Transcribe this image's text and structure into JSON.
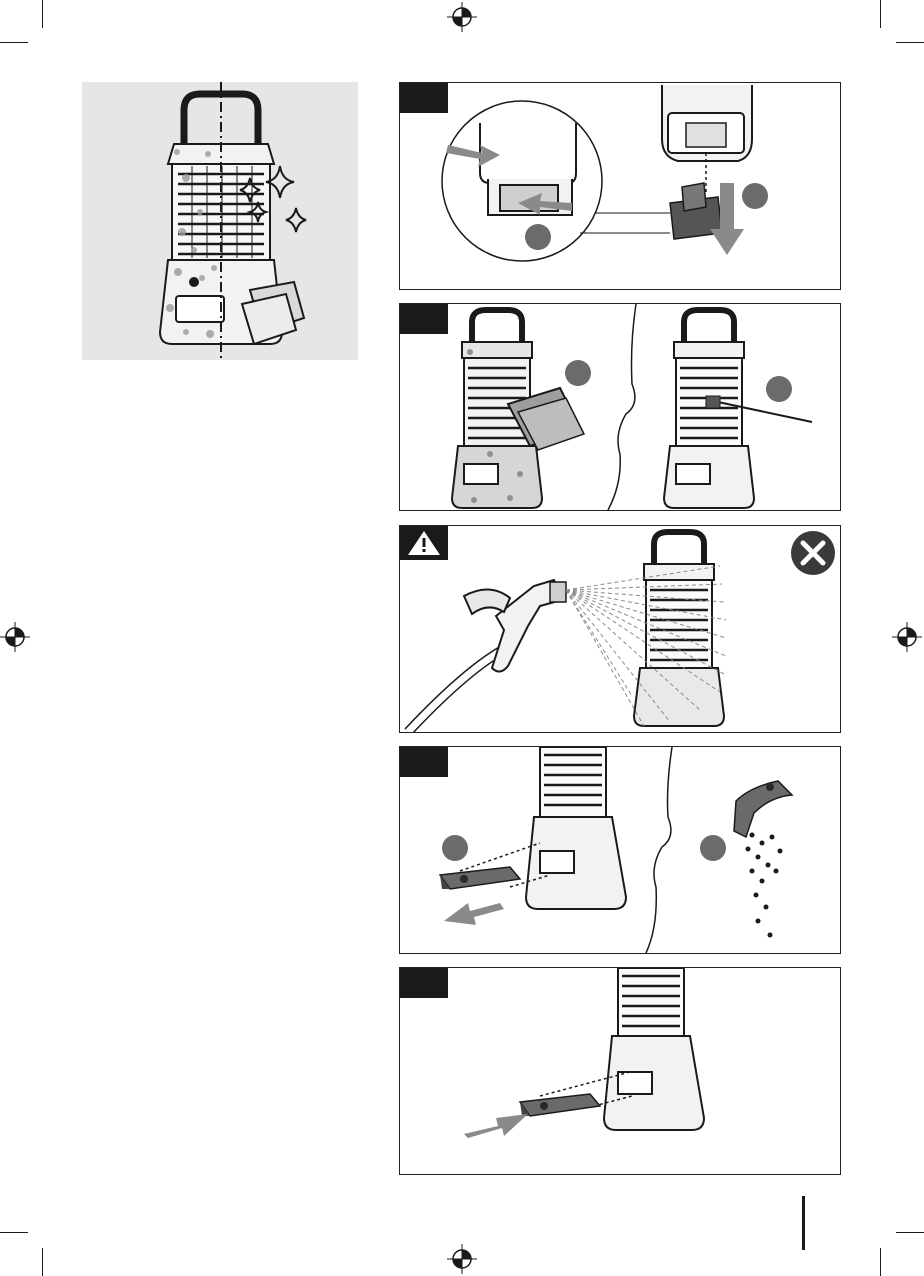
{
  "page": {
    "title": "",
    "colors": {
      "ink": "#1a1a1a",
      "panel_gray": "#e6e6e6",
      "badge_gray": "#6b6b6b",
      "arrow_gray": "#8a8a8a"
    }
  },
  "figures": [
    {
      "id": "clean-overview",
      "icons": [
        "lantern-icon",
        "cloth-icon",
        "sparkle-icon"
      ]
    },
    {
      "id": "step-remove-bottom",
      "icons": [
        "lantern-base-icon",
        "tray-icon",
        "arrow-down-icon",
        "squeeze-arrow-icon"
      ]
    },
    {
      "id": "step-wipe-brush",
      "icons": [
        "cloth-icon",
        "brush-icon",
        "lantern-icon"
      ]
    },
    {
      "id": "warning-no-water",
      "icons": [
        "warning-icon",
        "hose-nozzle-icon",
        "spray-icon",
        "prohibited-x-icon"
      ]
    },
    {
      "id": "step-remove-tray",
      "icons": [
        "tray-icon",
        "arrow-left-icon",
        "insects-icon"
      ]
    },
    {
      "id": "step-reinsert-tray",
      "icons": [
        "tray-icon",
        "arrow-right-icon"
      ]
    }
  ]
}
